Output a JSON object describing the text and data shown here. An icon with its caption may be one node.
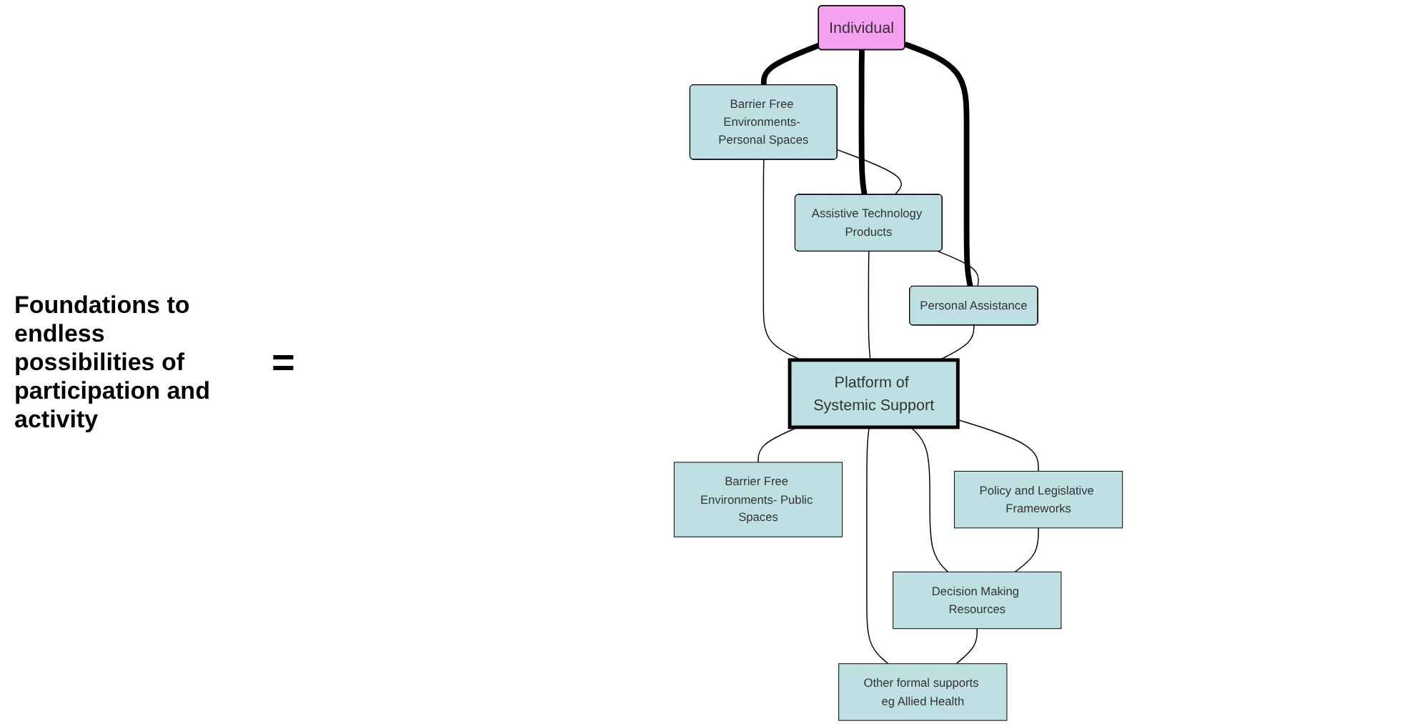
{
  "diagram": {
    "nodes": [
      {
        "text": [
          "Individual"
        ]
      },
      {
        "text": [
          "Barrier Free Environments- Personal Spaces"
        ]
      },
      {
        "text": [
          "Assistive Technology Products"
        ]
      },
      {
        "text": [
          "Personal Assistance"
        ]
      },
      {
        "text": [
          "Platform of Systemic Support"
        ]
      },
      {
        "text": [
          "Barrier Free Environments- Public Spaces"
        ]
      },
      {
        "text": [
          "Policy and Legislative Frameworks"
        ]
      },
      {
        "text": [
          "Decision Making Resources"
        ]
      },
      {
        "text": [
          "Other formal supports eg Allied Health"
        ]
      }
    ],
    "edges": [
      {
        "from": 0,
        "to": 1,
        "arrow": "none",
        "style": "thick"
      },
      {
        "from": 0,
        "to": 2,
        "arrow": "none",
        "style": "thick"
      },
      {
        "from": 0,
        "to": 3,
        "arrow": "none",
        "style": "thick"
      },
      {
        "from": 1,
        "to": 2,
        "arrow": "none"
      },
      {
        "from": 2,
        "to": 3,
        "arrow": "none"
      },
      {
        "from": 1,
        "to": 4,
        "arrow": "none"
      },
      {
        "from": 2,
        "to": 4,
        "arrow": "none"
      },
      {
        "from": 3,
        "to": 4,
        "arrow": "none"
      },
      {
        "from": 4,
        "to": 5,
        "arrow": "none"
      },
      {
        "from": 4,
        "to": 6,
        "arrow": "none"
      },
      {
        "from": 4,
        "to": 7,
        "arrow": "none"
      },
      {
        "from": 4,
        "to": 8,
        "arrow": "none"
      },
      {
        "from": 6,
        "to": 7,
        "arrow": "none"
      },
      {
        "from": 7,
        "to": 8,
        "arrow": "none"
      }
    ],
    "labels": [
      "Foundations to endless possibilities of participation and activity",
      "="
    ]
  }
}
